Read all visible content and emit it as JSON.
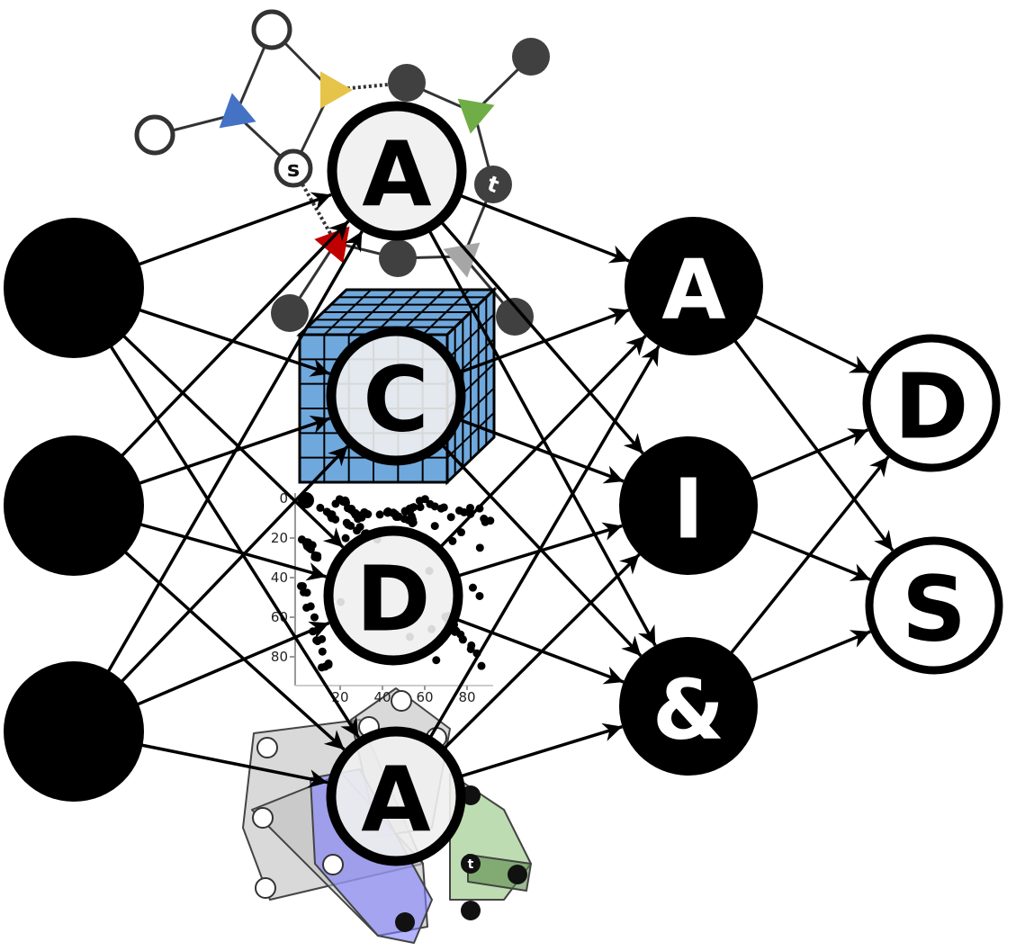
{
  "network": {
    "input_layer": {
      "labels": [
        "",
        "",
        ""
      ]
    },
    "hidden_layer_1": {
      "labels": [
        "A",
        "C",
        "D",
        "A"
      ]
    },
    "hidden_layer_2": {
      "labels": [
        "A",
        "I",
        "&"
      ]
    },
    "output_layer": {
      "labels": [
        "D",
        "S"
      ]
    }
  },
  "graph_illustration": {
    "source_label": "s",
    "target_label": "t",
    "colors": {
      "blue": "#4472c4",
      "yellow": "#e6c44a",
      "green": "#70ad47",
      "red": "#c00000",
      "gray": "#a6a6a6",
      "dark": "#404040"
    }
  },
  "grid_cube": {
    "color": "#6fa8dc"
  },
  "scatter_plot": {
    "y_ticks": [
      "0",
      "20",
      "40",
      "60",
      "80"
    ],
    "x_ticks": [
      "20",
      "40",
      "60",
      "80"
    ]
  },
  "hypergraph": {
    "target_label": "t",
    "colors": {
      "gray": "#bfbfbf",
      "blue": "#8080ff",
      "green": "#93c47d"
    }
  }
}
